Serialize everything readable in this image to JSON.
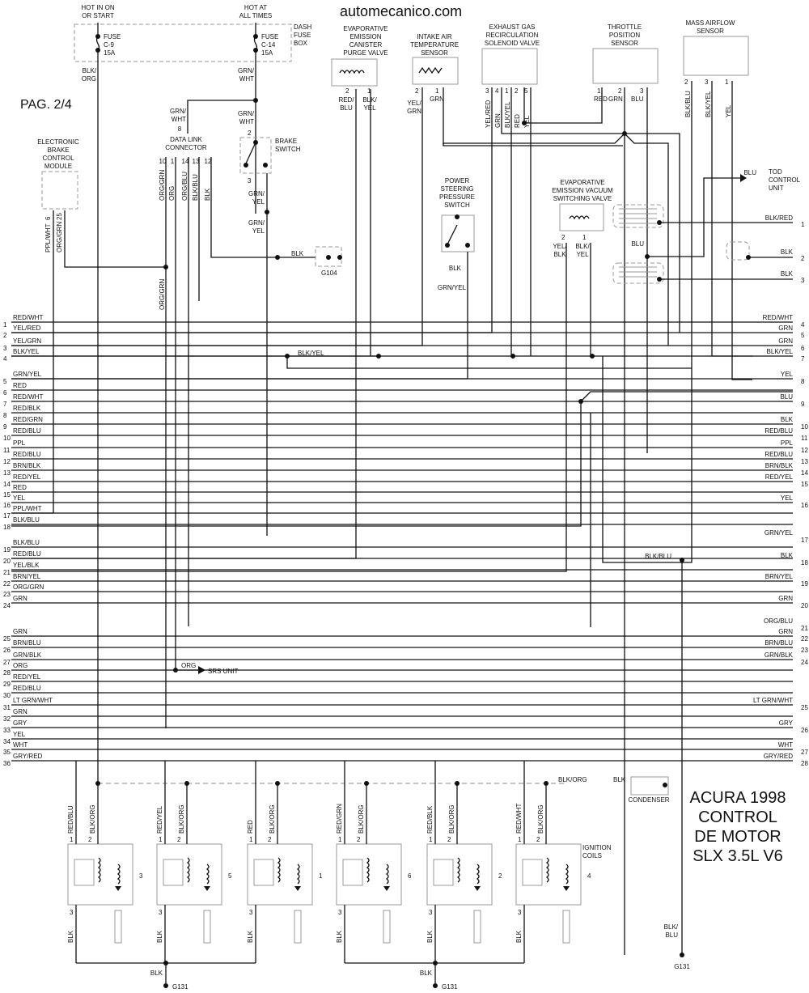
{
  "site": "automecanico.com",
  "page": "PAG. 2/4",
  "title_lines": [
    "ACURA 1998",
    "CONTROL",
    "DE MOTOR",
    "SLX 3.5L V6"
  ],
  "fuse_box": {
    "label": [
      "DASH",
      "FUSE",
      "BOX"
    ],
    "fuses": [
      {
        "source": [
          "HOT IN ON",
          "OR START"
        ],
        "label": [
          "FUSE",
          "C-9",
          "15A"
        ],
        "wire": [
          "BLK/",
          "ORG"
        ]
      },
      {
        "source": [
          "HOT AT",
          "ALL TIMES"
        ],
        "label": [
          "FUSE",
          "C-14",
          "15A"
        ],
        "wire": [
          "GRN/",
          "WHT"
        ]
      }
    ]
  },
  "components": {
    "ebcm": {
      "name": [
        "ELECTRONIC",
        "BRAKE",
        "CONTROL",
        "MODULE"
      ],
      "pins": [
        {
          "pin": "6",
          "wire": "PPL/WHT"
        },
        {
          "pin": "25",
          "wire": "ORG/GRN"
        }
      ]
    },
    "dlc": {
      "name": [
        "DATA LINK",
        "CONNECTOR"
      ],
      "top_pin": "8",
      "top_wire": [
        "GRN/",
        "WHT"
      ],
      "pins": [
        {
          "pin": "10",
          "wire": "ORG/GRN"
        },
        {
          "pin": "1",
          "wire": "ORG"
        },
        {
          "pin": "14",
          "wire": "ORG/BLU"
        },
        {
          "pin": "13",
          "wire": "BLK/BLU"
        },
        {
          "pin": "12",
          "wire": "BLK"
        }
      ],
      "lower_wire": "ORG/GRN"
    },
    "brake_switch": {
      "name": [
        "BRAKE",
        "SWITCH"
      ],
      "pin_top": "2",
      "pin_bottom": "3",
      "wire_top": [
        "GRN/",
        "WHT"
      ],
      "wire_mid": [
        "GRN/",
        "YEL"
      ],
      "wire_low": [
        "GRN/",
        "YEL"
      ]
    },
    "ground_g104": {
      "label": "G104",
      "wire": "BLK"
    },
    "evap_purge": {
      "name": [
        "EVAPORATIVE",
        "EMISSION",
        "CANISTER",
        "PURGE VALVE"
      ],
      "pins": [
        {
          "pin": "2",
          "wire": [
            "RED/",
            "BLU"
          ]
        },
        {
          "pin": "1",
          "wire": [
            "BLK/",
            "YEL"
          ]
        }
      ]
    },
    "iat": {
      "name": [
        "INTAKE AIR",
        "TEMPERATURE",
        "SENSOR"
      ],
      "pins": [
        {
          "pin": "2",
          "wire": [
            "YEL/",
            "GRN"
          ]
        },
        {
          "pin": "1",
          "wire": [
            "GRN"
          ]
        }
      ]
    },
    "egr": {
      "name": [
        "EXHAUST GAS",
        "RECIRCULATION",
        "SOLENOID VALVE"
      ],
      "pins": [
        {
          "pin": "3",
          "wire": "YEL/RED"
        },
        {
          "pin": "4",
          "wire": "GRN"
        },
        {
          "pin": "1",
          "wire": "BLK/YEL"
        },
        {
          "pin": "2",
          "wire": "RED"
        },
        {
          "pin": "5",
          "wire": "YEL"
        }
      ]
    },
    "tps": {
      "name": [
        "THROTTLE",
        "POSITION",
        "SENSOR"
      ],
      "pins": [
        {
          "pin": "1",
          "wire": "RED"
        },
        {
          "pin": "2",
          "wire": "GRN"
        },
        {
          "pin": "3",
          "wire": "BLU"
        }
      ]
    },
    "maf": {
      "name": [
        "MASS AIRFLOW",
        "SENSOR"
      ],
      "pins": [
        {
          "pin": "2",
          "wire": "BLK/BLU"
        },
        {
          "pin": "3",
          "wire": "BLK/YEL"
        },
        {
          "pin": "1",
          "wire": "YEL"
        }
      ]
    },
    "ps_switch": {
      "name": [
        "POWER",
        "STEERING",
        "PRESSURE",
        "SWITCH"
      ],
      "wire_top": "BLK",
      "wire_bottom": "GRN/YEL"
    },
    "evap_vacuum": {
      "name": [
        "EVAPORATIVE",
        "EMISSION VACUUM",
        "SWITCHING VALVE"
      ],
      "pins": [
        {
          "pin": "2",
          "wire": [
            "YEL/",
            "BLK"
          ]
        },
        {
          "pin": "1",
          "wire": [
            "BLK/",
            "YEL"
          ]
        }
      ]
    },
    "tod": {
      "name": [
        "TOD",
        "CONTROL",
        "UNIT"
      ],
      "wire": "BLU"
    },
    "shield_wires": [
      {
        "wire": "BLK/RED",
        "pin": "1"
      },
      {
        "wire": "BLK",
        "pin": "2"
      },
      {
        "wire": "BLK",
        "pin": "3"
      }
    ],
    "blu_label": "BLU",
    "blk_yel_bus": "BLK/YEL",
    "blk_blu_label": "BLK/BLU",
    "srs": {
      "wire": "ORG",
      "name": "SRS UNIT"
    },
    "condenser": {
      "name": "CONDENSER",
      "wire_in": "BLK/ORG",
      "wire_out": "BLK"
    },
    "ground_g131_right": {
      "wire": [
        "BLK/",
        "BLU"
      ],
      "label": "G131"
    }
  },
  "left_connector": [
    {
      "pin": "1",
      "wire": "RED/WHT"
    },
    {
      "pin": "2",
      "wire": "YEL/RED"
    },
    {
      "pin": "3",
      "wire": "YEL/GRN"
    },
    {
      "pin": "4",
      "wire": "BLK/YEL"
    },
    {
      "pin": "5",
      "wire": "GRN/YEL"
    },
    {
      "pin": "6",
      "wire": "RED"
    },
    {
      "pin": "7",
      "wire": "RED/WHT"
    },
    {
      "pin": "8",
      "wire": "RED/BLK"
    },
    {
      "pin": "9",
      "wire": "RED/GRN"
    },
    {
      "pin": "10",
      "wire": "RED/BLU"
    },
    {
      "pin": "11",
      "wire": "PPL"
    },
    {
      "pin": "12",
      "wire": "RED/BLU"
    },
    {
      "pin": "13",
      "wire": "BRN/BLK"
    },
    {
      "pin": "14",
      "wire": "RED/YEL"
    },
    {
      "pin": "15",
      "wire": "RED"
    },
    {
      "pin": "16",
      "wire": "YEL"
    },
    {
      "pin": "17",
      "wire": "PPL/WHT"
    },
    {
      "pin": "18",
      "wire": "BLK/BLU"
    },
    {
      "pin": "19",
      "wire": "BLK/BLU"
    },
    {
      "pin": "20",
      "wire": "RED/BLU"
    },
    {
      "pin": "21",
      "wire": "YEL/BLK"
    },
    {
      "pin": "22",
      "wire": "BRN/YEL"
    },
    {
      "pin": "23",
      "wire": "ORG/GRN"
    },
    {
      "pin": "24",
      "wire": "GRN"
    },
    {
      "pin": "25",
      "wire": "GRN"
    },
    {
      "pin": "26",
      "wire": "BRN/BLU"
    },
    {
      "pin": "27",
      "wire": "GRN/BLK"
    },
    {
      "pin": "28",
      "wire": "ORG"
    },
    {
      "pin": "29",
      "wire": "RED/YEL"
    },
    {
      "pin": "30",
      "wire": "RED/BLU"
    },
    {
      "pin": "31",
      "wire": "LT GRN/WHT"
    },
    {
      "pin": "32",
      "wire": "GRN"
    },
    {
      "pin": "33",
      "wire": "GRY"
    },
    {
      "pin": "34",
      "wire": "YEL"
    },
    {
      "pin": "35",
      "wire": "WHT"
    },
    {
      "pin": "36",
      "wire": "GRY/RED"
    }
  ],
  "right_connector": [
    {
      "pin": "4",
      "wire": "RED/WHT"
    },
    {
      "pin": "5",
      "wire": "GRN"
    },
    {
      "pin": "6",
      "wire": "GRN"
    },
    {
      "pin": "7",
      "wire": "BLK/YEL"
    },
    {
      "pin": "8",
      "wire": "YEL"
    },
    {
      "pin": "9",
      "wire": "BLU"
    },
    {
      "pin": "10",
      "wire": "BLK"
    },
    {
      "pin": "11",
      "wire": "RED/BLU"
    },
    {
      "pin": "12",
      "wire": "PPL"
    },
    {
      "pin": "13",
      "wire": "RED/BLU"
    },
    {
      "pin": "14",
      "wire": "BRN/BLK"
    },
    {
      "pin": "15",
      "wire": "RED/YEL"
    },
    {
      "pin": "16",
      "wire": "YEL"
    },
    {
      "pin": "17",
      "wire": "GRN/YEL"
    },
    {
      "pin": "18",
      "wire": "BLK"
    },
    {
      "pin": "19",
      "wire": "BRN/YEL"
    },
    {
      "pin": "20",
      "wire": "GRN"
    },
    {
      "pin": "21",
      "wire": "ORG/BLU"
    },
    {
      "pin": "22",
      "wire": "GRN"
    },
    {
      "pin": "23",
      "wire": "BRN/BLU"
    },
    {
      "pin": "24",
      "wire": "GRN/BLK"
    },
    {
      "pin": "25",
      "wire": "LT GRN/WHT"
    },
    {
      "pin": "26",
      "wire": "GRY"
    },
    {
      "pin": "27",
      "wire": "WHT"
    },
    {
      "pin": "28",
      "wire": "GRY/RED"
    }
  ],
  "coils": {
    "label": [
      "IGNITION",
      "COILS"
    ],
    "units": [
      {
        "cyl": "3",
        "pin1": "1",
        "pin2": "2",
        "pin3": "3",
        "wire1": "RED/BLU",
        "wire2": "BLK/ORG",
        "wire3": "BLK"
      },
      {
        "cyl": "5",
        "pin1": "1",
        "pin2": "2",
        "pin3": "3",
        "wire1": "RED/YEL",
        "wire2": "BLK/ORG",
        "wire3": "BLK"
      },
      {
        "cyl": "1",
        "pin1": "1",
        "pin2": "2",
        "pin3": "3",
        "wire1": "RED",
        "wire2": "BLK/ORG",
        "wire3": "BLK"
      },
      {
        "cyl": "6",
        "pin1": "1",
        "pin2": "2",
        "pin3": "3",
        "wire1": "RED/GRN",
        "wire2": "BLK/ORG",
        "wire3": "BLK"
      },
      {
        "cyl": "2",
        "pin1": "1",
        "pin2": "2",
        "pin3": "3",
        "wire1": "RED/BLK",
        "wire2": "BLK/ORG",
        "wire3": "BLK"
      },
      {
        "cyl": "4",
        "pin1": "1",
        "pin2": "2",
        "pin3": "3",
        "wire1": "RED/WHT",
        "wire2": "BLK/ORG",
        "wire3": "BLK"
      }
    ],
    "grounds": [
      {
        "wire": "BLK",
        "label": "G131"
      },
      {
        "wire": "BLK",
        "label": "G131"
      }
    ]
  }
}
